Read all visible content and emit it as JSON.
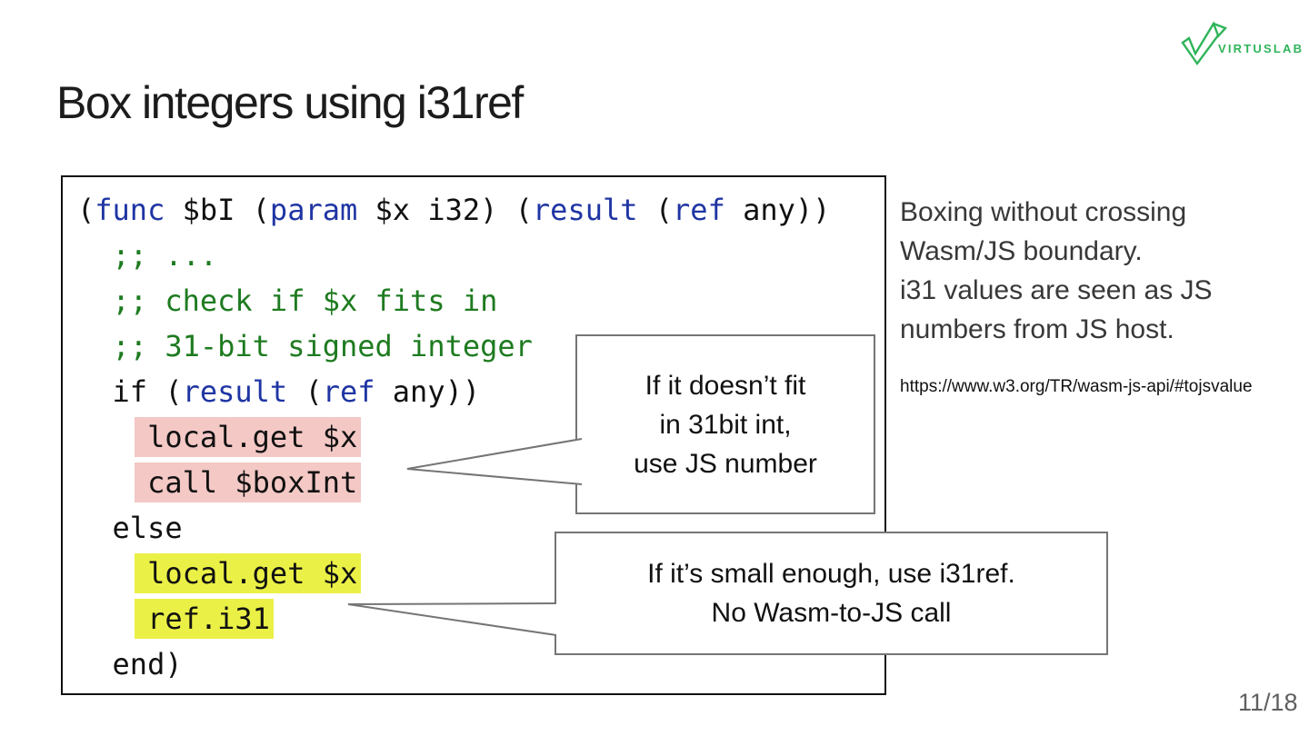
{
  "slide": {
    "title": "Box integers using i31ref",
    "page_number": "11/18"
  },
  "logo": {
    "text": "VIRTUSLAB",
    "mark_icon": "origami-check-icon"
  },
  "colors": {
    "keyword": "#1f35a3",
    "comment": "#1e7b20",
    "pink": "#f3c8c5",
    "yellow": "#ebf046",
    "bubble-border": "#757575",
    "green": "#2fb45a"
  },
  "code": {
    "lines": [
      [
        {
          "t": "(",
          "c": "pl"
        },
        {
          "t": "func",
          "c": "kw"
        },
        {
          "t": " $bI (",
          "c": "pl"
        },
        {
          "t": "param",
          "c": "kw"
        },
        {
          "t": " $x i32) (",
          "c": "pl"
        },
        {
          "t": "result",
          "c": "kw"
        },
        {
          "t": " (",
          "c": "pl"
        },
        {
          "t": "ref",
          "c": "kw"
        },
        {
          "t": " any))",
          "c": "pl"
        }
      ],
      [
        {
          "t": "  ;; ...",
          "c": "cm"
        }
      ],
      [
        {
          "t": "  ;; check if $x fits in",
          "c": "cm"
        }
      ],
      [
        {
          "t": "  ;; 31-bit signed integer",
          "c": "cm"
        }
      ],
      [
        {
          "t": "  if (",
          "c": "pl"
        },
        {
          "t": "result",
          "c": "kw"
        },
        {
          "t": " (",
          "c": "pl"
        },
        {
          "t": "ref",
          "c": "kw"
        },
        {
          "t": " any))",
          "c": "pl"
        }
      ],
      [
        {
          "t": "    ",
          "c": "pl"
        },
        {
          "t": "local.get $x",
          "c": "hp"
        }
      ],
      [
        {
          "t": "    ",
          "c": "pl"
        },
        {
          "t": "call $boxInt",
          "c": "hp"
        }
      ],
      [
        {
          "t": "  else",
          "c": "pl"
        }
      ],
      [
        {
          "t": "    ",
          "c": "pl"
        },
        {
          "t": "local.get $x",
          "c": "hy"
        }
      ],
      [
        {
          "t": "    ",
          "c": "pl"
        },
        {
          "t": "ref.i31",
          "c": "hy"
        }
      ],
      [
        {
          "t": "  end)",
          "c": "pl"
        }
      ]
    ]
  },
  "sidenote": {
    "lines": [
      "Boxing without crossing",
      "Wasm/JS boundary.",
      "i31 values are seen as JS",
      "numbers from JS host."
    ],
    "link": "https://www.w3.org/TR/wasm-js-api/#tojsvalue"
  },
  "callouts": [
    {
      "lines": [
        "If it doesn’t fit",
        "in 31bit int,",
        "use JS number"
      ]
    },
    {
      "lines": [
        "If it’s small enough, use i31ref.",
        "No Wasm-to-JS call"
      ]
    }
  ]
}
